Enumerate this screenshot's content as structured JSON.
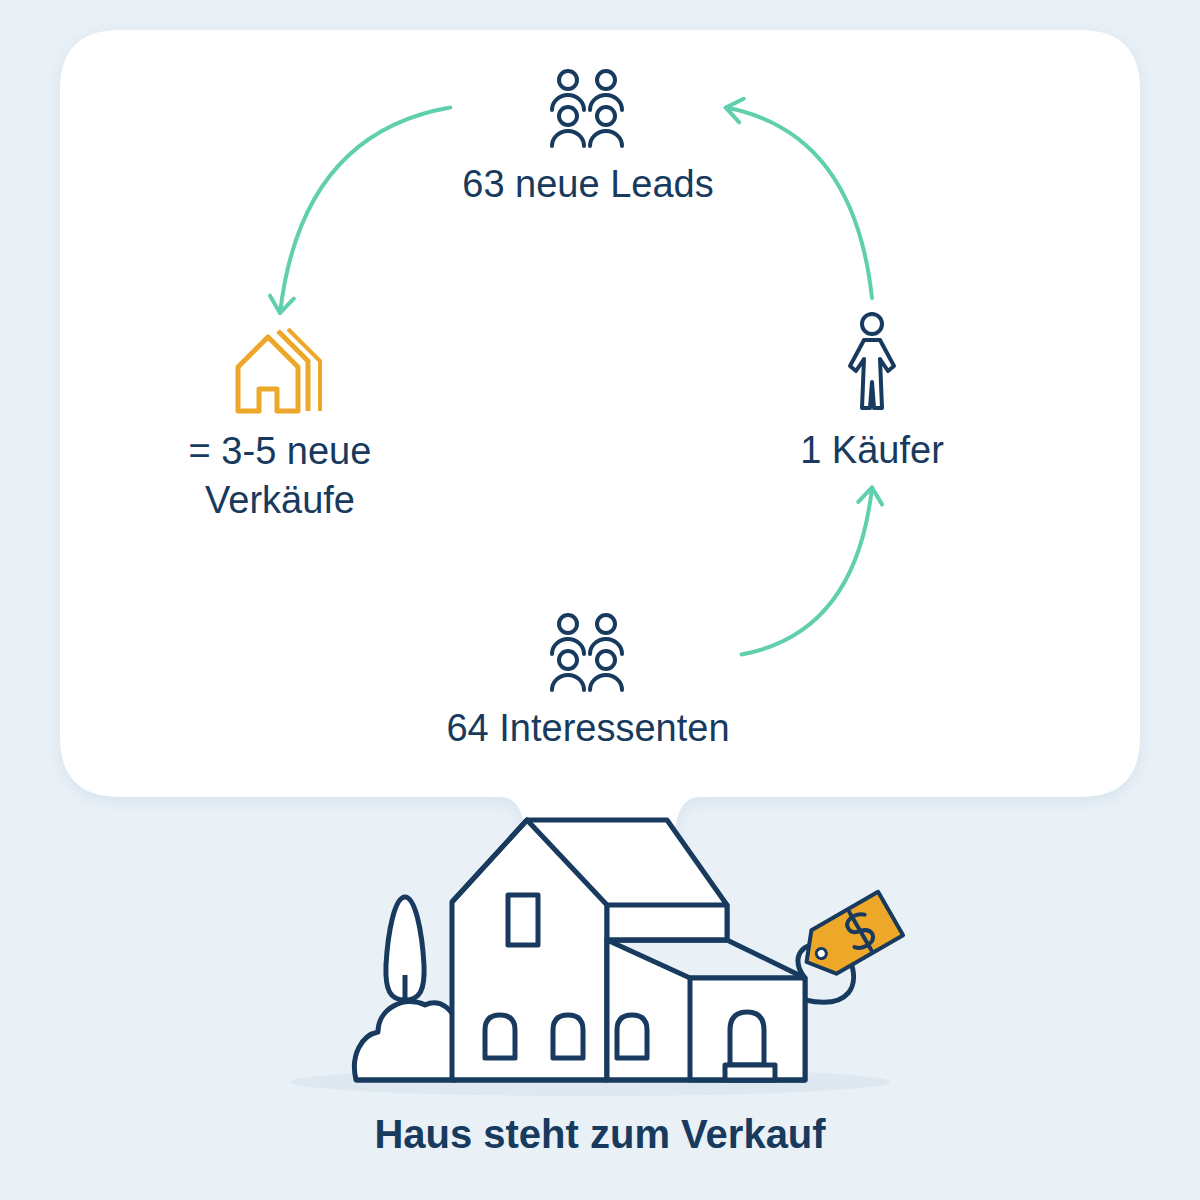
{
  "diagram": {
    "caption": "Haus steht zum Verkauf",
    "nodes": [
      {
        "text": [
          "63 neue Leads"
        ]
      },
      {
        "text": [
          "= 3-5 neue Verkäufe"
        ]
      },
      {
        "text": [
          "1 Käufer"
        ]
      },
      {
        "text": [
          "64 Interessenten"
        ]
      }
    ],
    "edges": [
      {
        "from": 3,
        "to": 2,
        "arrow": "to"
      },
      {
        "from": 2,
        "to": 0,
        "arrow": "to"
      },
      {
        "from": 0,
        "to": 1,
        "arrow": "to"
      }
    ]
  }
}
